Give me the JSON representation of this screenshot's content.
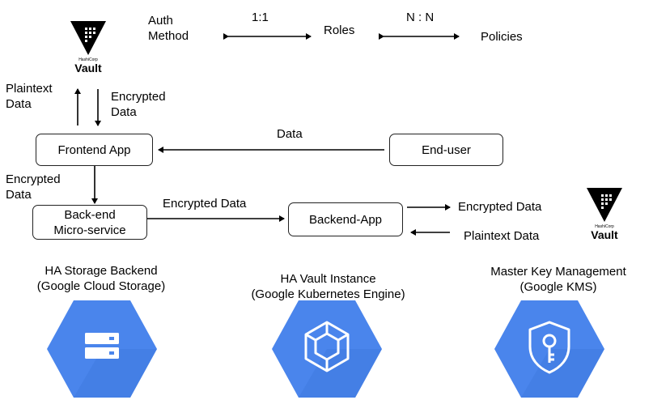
{
  "top": {
    "auth_method": "Auth\nMethod",
    "ratio_1_1": "1:1",
    "roles": "Roles",
    "ratio_n_n": "N : N",
    "policies": "Policies"
  },
  "vault_logo": {
    "brand": "HashiCorp",
    "name": "Vault"
  },
  "flow": {
    "plaintext_data_up": "Plaintext\nData",
    "encrypted_data_down": "Encrypted\nData",
    "frontend_app": "Frontend App",
    "data_label": "Data",
    "end_user": "End-user",
    "encrypted_data_left": "Encrypted\nData",
    "backend_micro": "Back-end\nMicro-service",
    "encrypted_data_mid": "Encrypted Data",
    "backend_app": "Backend-App",
    "encrypted_data_right": "Encrypted Data",
    "plaintext_data_right": "Plaintext Data"
  },
  "services": [
    {
      "title": "HA Storage Backend\n(Google Cloud Storage)",
      "icon": "storage-icon"
    },
    {
      "title": "HA Vault Instance\n(Google Kubernetes Engine)",
      "icon": "kubernetes-engine-icon"
    },
    {
      "title": "Master Key Management\n(Google KMS)",
      "icon": "key-management-icon"
    }
  ],
  "colors": {
    "gcp_blue": "#4a85ec",
    "gcp_blue_dark": "#3367d6",
    "vault_black": "#000000"
  }
}
